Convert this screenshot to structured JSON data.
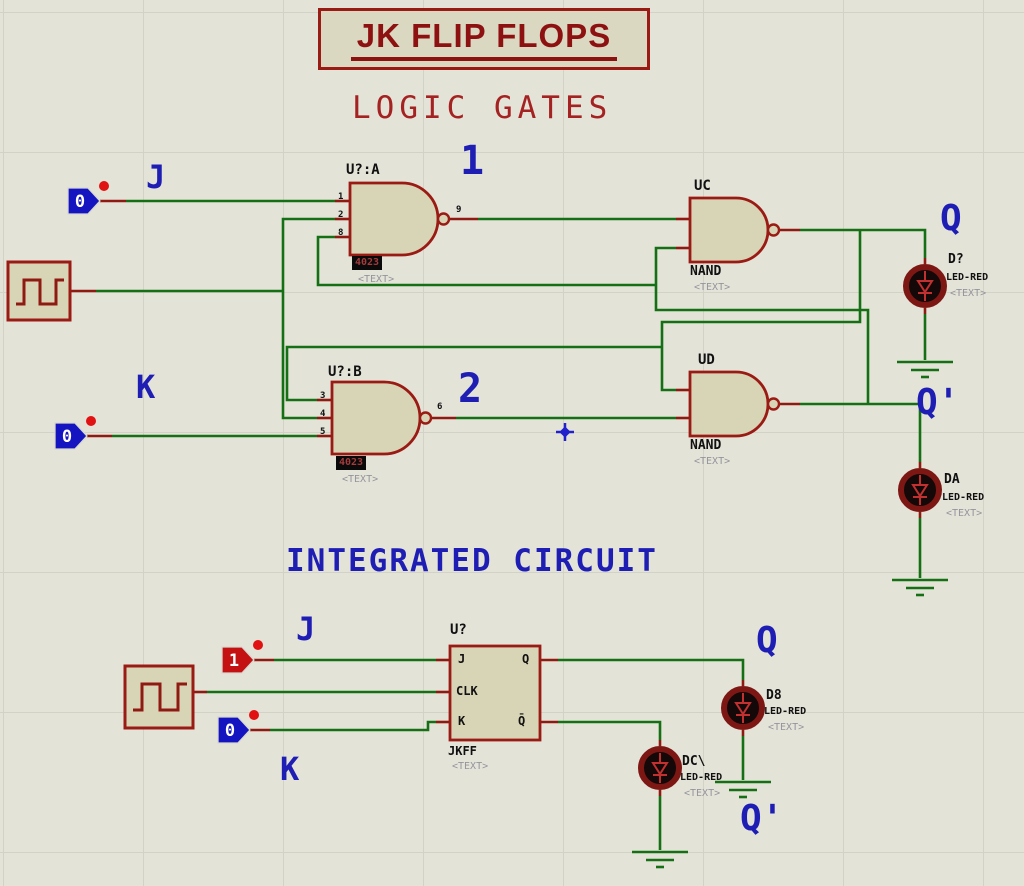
{
  "colors": {
    "background": "#e4e3d8",
    "grid": "#d3d2c7",
    "wire_green": "#157015",
    "pin_red": "#8e1a12",
    "outline_darkred": "#9a1b14",
    "component_body": "#d8d4b6",
    "label_blue": "#1e1eb4",
    "title_darkred": "#8e1111",
    "led_ring": "#7c1714",
    "input_blue": "#1414c0",
    "input_red": "#c41111"
  },
  "header": {
    "title": "JK FLIP FLOPS",
    "subtitle": "LOGIC GATES",
    "section2": "INTEGRATED CIRCUIT"
  },
  "lg": {
    "j_label": "J",
    "k_label": "K",
    "q_label": "Q",
    "qb_label": "Q'",
    "net1": "1",
    "net2": "2",
    "j_input": "0",
    "k_input": "0",
    "u7a": {
      "ref": "U?:A",
      "part": "4023",
      "ph": "<TEXT>",
      "p1": "1",
      "p2": "2",
      "p3": "8",
      "po": "9"
    },
    "u7b": {
      "ref": "U?:B",
      "part": "4023",
      "ph": "<TEXT>",
      "p1": "3",
      "p2": "4",
      "p3": "5",
      "po": "6"
    },
    "uc": {
      "ref": "UC",
      "part": "NAND",
      "ph": "<TEXT>"
    },
    "ud": {
      "ref": "UD",
      "part": "NAND",
      "ph": "<TEXT>"
    },
    "d7": {
      "ref": "D?",
      "part": "LED-RED",
      "ph": "<TEXT>"
    },
    "da": {
      "ref": "DA",
      "part": "LED-RED",
      "ph": "<TEXT>"
    }
  },
  "ic": {
    "j_label": "J",
    "k_label": "K",
    "q_label": "Q",
    "qb_label": "Q'",
    "j_input": "1",
    "k_input": "0",
    "u7": {
      "ref": "U?",
      "part": "JKFF",
      "ph": "<TEXT>",
      "pin_j": "J",
      "pin_clk": "CLK",
      "pin_k": "K",
      "pin_q": "Q",
      "pin_qb": "Q̄"
    },
    "d8": {
      "ref": "D8",
      "part": "LED-RED",
      "ph": "<TEXT>"
    },
    "dc": {
      "ref": "DC\\",
      "part": "LED-RED",
      "ph": "<TEXT>"
    }
  }
}
